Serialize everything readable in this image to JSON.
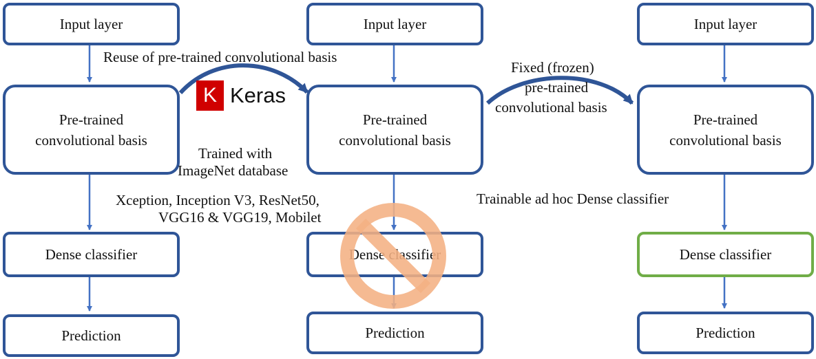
{
  "column1": {
    "input": "Input layer",
    "base": "Pre-trained convolutional basis",
    "dense": "Dense classifier",
    "prediction": "Prediction"
  },
  "column2": {
    "input": "Input layer",
    "base": "Pre-trained convolutional basis",
    "dense": "Dense classifier",
    "prediction": "Prediction"
  },
  "column3": {
    "input": "Input layer",
    "base": "Pre-trained convolutional basis",
    "dense": "Dense classifier",
    "prediction": "Prediction"
  },
  "annotations": {
    "reuse": "Reuse of pre-trained convolutional basis",
    "keras_logo_letter": "K",
    "keras_logo_word": "Keras",
    "trained_line1": "Trained with",
    "trained_line2": "ImageNet database",
    "models_line1": "Xception, Inception V3, ResNet50,",
    "models_line2": "VGG16 & VGG19, Mobilet",
    "fixed_line1": "Fixed (frozen)",
    "fixed_line2": "pre-trained",
    "fixed_line3": "convolutional basis",
    "trainable": "Trainable ad hoc Dense classifier"
  },
  "colors": {
    "box_border": "#2f5597",
    "arrow": "#4472c4",
    "trainable_border": "#70ad47",
    "prohibited_sign": "#f4b183",
    "keras_red": "#d00000"
  },
  "icons": {
    "removed_marker": "prohibited-sign-icon",
    "keras": "keras-logo-icon"
  }
}
